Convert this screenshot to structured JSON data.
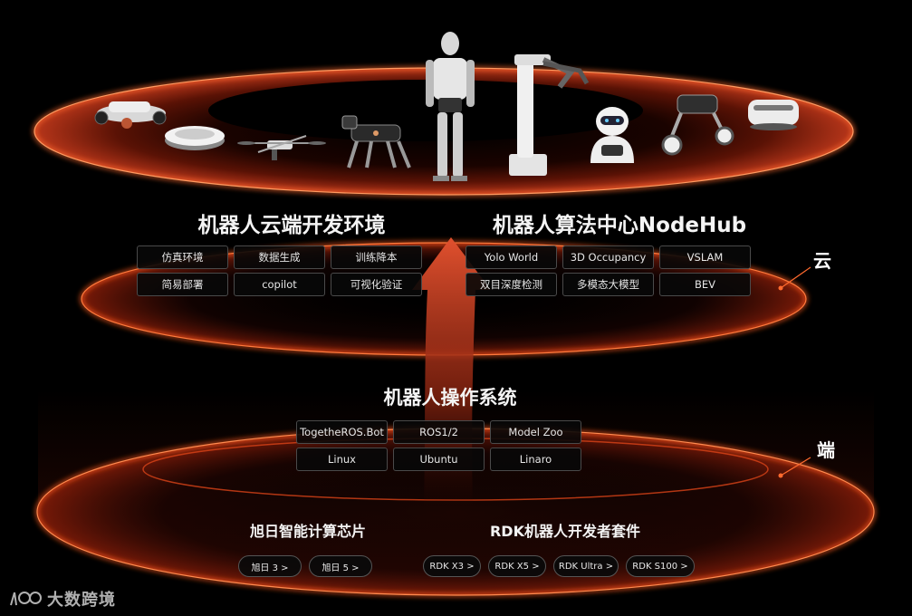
{
  "colors": {
    "ring": "#ff5a1f",
    "ring_dark": "#6e1405",
    "background": "#000000"
  },
  "robots": [
    "wheeled-robot-icon",
    "robot-vacuum-icon",
    "drone-icon",
    "robot-dog-icon",
    "humanoid-robot-icon",
    "robot-arm-icon",
    "service-robot-icon",
    "wheel-leg-robot-icon",
    "delivery-robot-icon"
  ],
  "cloud": {
    "label": "云",
    "dev_env": {
      "title": "机器人云端开发环境",
      "chips": [
        "仿真环境",
        "数据生成",
        "训练降本",
        "简易部署",
        "copilot",
        "可视化验证"
      ]
    },
    "algo_center": {
      "title": "机器人算法中心NodeHub",
      "chips": [
        "Yolo World",
        "3D Occupancy",
        "VSLAM",
        "双目深度检测",
        "多模态大模型",
        "BEV"
      ]
    }
  },
  "edge": {
    "label": "端",
    "os": {
      "title": "机器人操作系统",
      "chips": [
        "TogetheROS.Bot",
        "ROS1/2",
        "Model Zoo",
        "Linux",
        "Ubuntu",
        "Linaro"
      ]
    },
    "chips_section": {
      "title": "旭日智能计算芯片",
      "items": [
        "旭日 3 >",
        "旭日 5 >"
      ]
    },
    "kits_section": {
      "title": "RDK机器人开发者套件",
      "items": [
        "RDK X3 >",
        "RDK X5 >",
        "RDK Ultra >",
        "RDK S100 >"
      ]
    }
  },
  "watermark": {
    "text": "大数跨境"
  }
}
